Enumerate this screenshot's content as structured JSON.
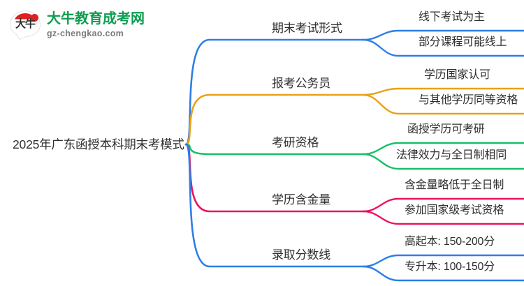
{
  "logo": {
    "mark_text": "大牛",
    "title": "大牛教育成考网",
    "subtitle": "gz-chengkao.com"
  },
  "mindmap": {
    "root": {
      "label": "2025年广东函授本科期末考模式"
    },
    "branches": [
      {
        "label": "期末考试形式",
        "color": "#2b7fe8",
        "leaves": [
          {
            "label": "线下考试为主"
          },
          {
            "label": "部分课程可能线上"
          }
        ]
      },
      {
        "label": "报考公务员",
        "color": "#e9a117",
        "leaves": [
          {
            "label": "学历国家认可"
          },
          {
            "label": "与其他学历同等资格"
          }
        ]
      },
      {
        "label": "考研资格",
        "color": "#18bf6b",
        "leaves": [
          {
            "label": "函授学历可考研"
          },
          {
            "label": "法律效力与全日制相同"
          }
        ]
      },
      {
        "label": "学历含金量",
        "color": "#ec1262",
        "leaves": [
          {
            "label": "含金量略低于全日制"
          },
          {
            "label": "参加国家级考试资格"
          }
        ]
      },
      {
        "label": "录取分数线",
        "color": "#2b7fe8",
        "leaves": [
          {
            "label": "高起本: 150-200分"
          },
          {
            "label": "专升本: 100-150分"
          }
        ]
      }
    ]
  }
}
